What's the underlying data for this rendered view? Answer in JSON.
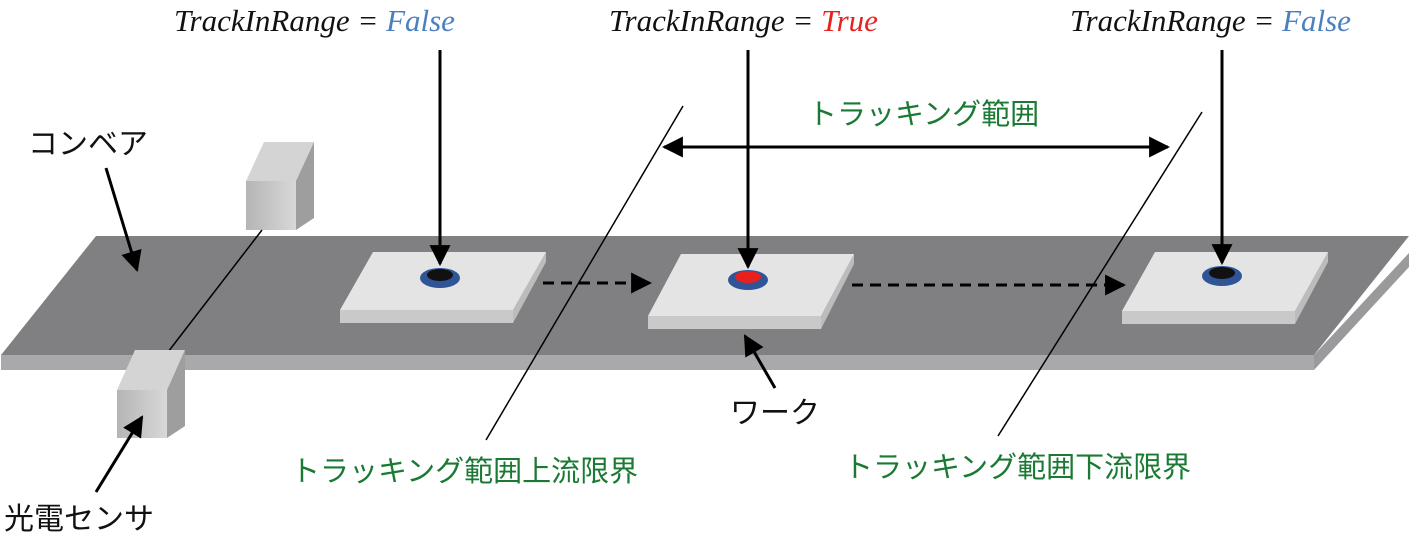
{
  "colors": {
    "conveyor_top": "#808082",
    "conveyor_edge": "#a9a9ab",
    "work_top": "#e4e4e4",
    "work_edge": "#c9c9c9",
    "label_green": "#1a7a33",
    "state_true": "#e8211f",
    "state_false": "#4a7fc0",
    "marker_ring": "#2f5597",
    "marker_dark": "#111111"
  },
  "icons": {
    "sensor": "photoelectric-sensor-icon",
    "work": "workpiece-icon",
    "marker": "tracking-marker-icon"
  },
  "labels": {
    "conveyor": "コンベア",
    "sensor": "光電センサ",
    "work": "ワーク",
    "tracking_range": "トラッキング範囲",
    "upstream_limit": "トラッキング範囲上流限界",
    "downstream_limit": "トラッキング範囲下流限界"
  },
  "states": [
    {
      "name": "TrackInRange",
      "eq": " = ",
      "value": "False",
      "color": "#4a7fc0"
    },
    {
      "name": "TrackInRange",
      "eq": " = ",
      "value": "True",
      "color": "#e8211f"
    },
    {
      "name": "TrackInRange",
      "eq": " = ",
      "value": "False",
      "color": "#4a7fc0"
    }
  ]
}
